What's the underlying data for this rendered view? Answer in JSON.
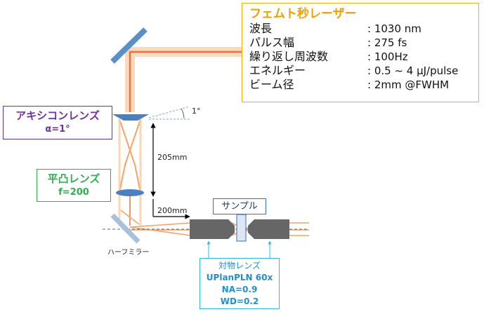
{
  "laser": {
    "title": "フェムト秒レーザー",
    "specs": [
      {
        "label": "波長",
        "value": ": 1030 nm"
      },
      {
        "label": "パルス幅",
        "value": ": 275 fs"
      },
      {
        "label": "繰り返し周波数",
        "value": ": 100Hz"
      },
      {
        "label": "エネルギー",
        "value": ": 0.5 ~ 4 μJ/pulse"
      },
      {
        "label": "ビーム径",
        "value": ": 2mm @FWHM"
      }
    ]
  },
  "axicon": {
    "name": "アキシコンレンズ",
    "param": "α=1°",
    "angle_label": "1°"
  },
  "planoconvex": {
    "name": "平凸レンズ",
    "param": "f=200"
  },
  "distances": {
    "axicon_to_lens": "205mm",
    "lens_to_focus": "200mm"
  },
  "half_mirror": {
    "label": "ハーフミラー"
  },
  "sample": {
    "label": "サンプル"
  },
  "objective": {
    "name": "対物レンズ",
    "model": "UPlanPLN 60x",
    "na": "NA=0.9",
    "wd": "WD=0.2"
  },
  "colors": {
    "beam": "#f4a46a",
    "beam_core": "#e8743b",
    "optics": "#5a8fc8",
    "laser_border": "#f5b400",
    "axicon": "#7030a0",
    "lens_label": "#2eb050",
    "objective": "#33b8e0"
  }
}
